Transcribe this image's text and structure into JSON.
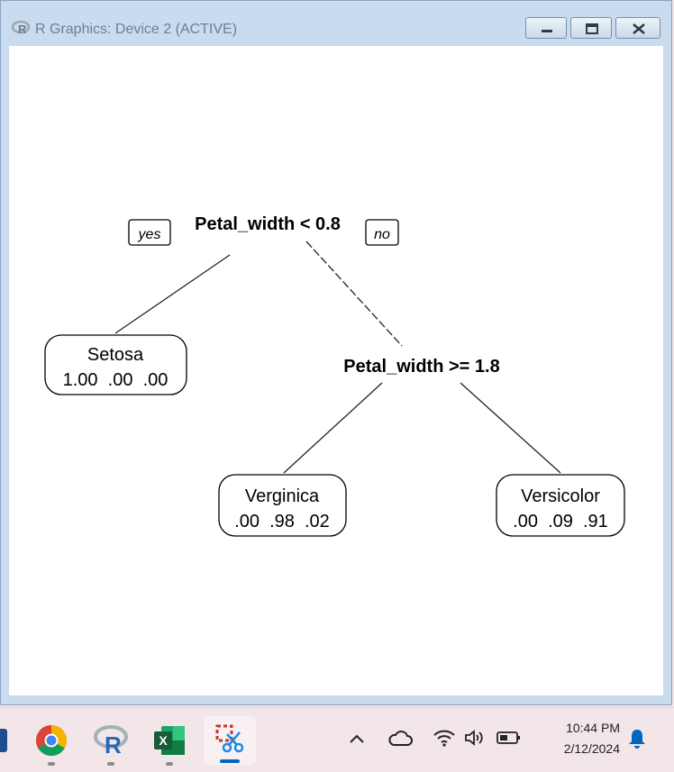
{
  "window": {
    "title": "R Graphics: Device 2 (ACTIVE)"
  },
  "diagram": {
    "root_split": "Petal_width < 0.8",
    "branch_yes": "yes",
    "branch_no": "no",
    "second_split": "Petal_width >= 1.8",
    "leaves": [
      {
        "label": "Setosa",
        "values": "1.00  .00  .00"
      },
      {
        "label": "Verginica",
        "values": ".00  .98  .02"
      },
      {
        "label": "Versicolor",
        "values": ".00  .09  .91"
      }
    ]
  },
  "taskbar": {
    "time": "10:44 PM",
    "date": "2/12/2024",
    "apps": [
      "chrome-icon",
      "r-icon",
      "excel-icon",
      "snipping-tool-icon"
    ]
  }
}
